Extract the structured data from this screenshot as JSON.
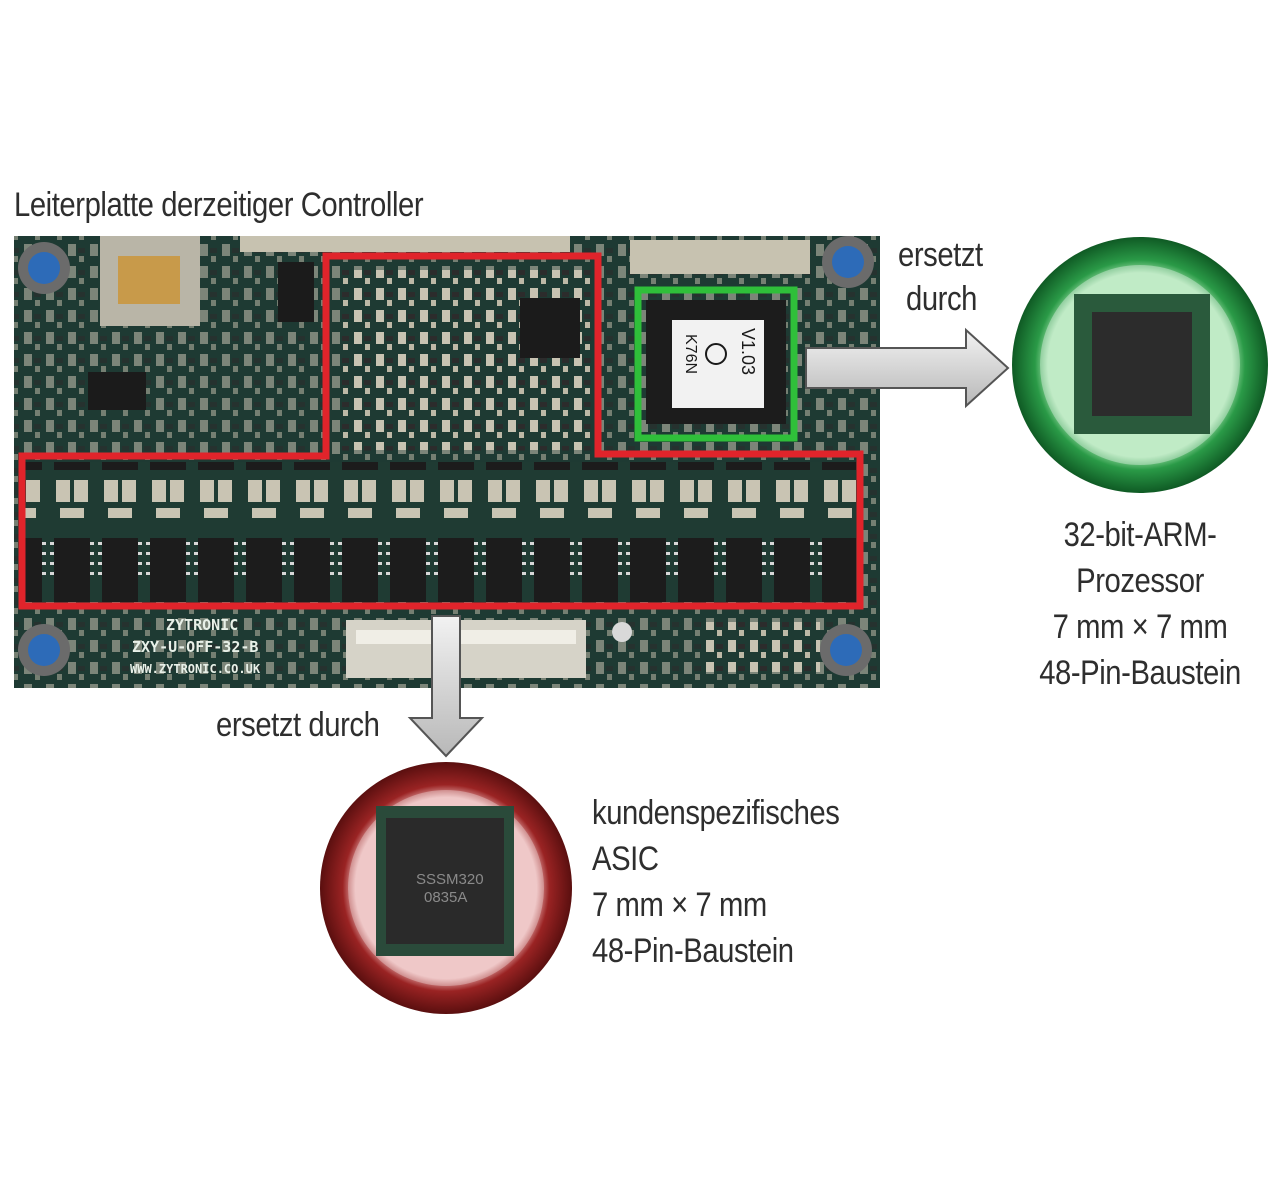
{
  "title": "Leiterplatte derzeitiger Controller",
  "replaced_by_right": [
    "ersetzt",
    "durch"
  ],
  "replaced_by_bottom": "ersetzt durch",
  "arm": {
    "lines": [
      "32-bit-ARM-",
      "Prozessor",
      "7 mm × 7 mm",
      "48-Pin-Baustein"
    ],
    "ring_color": "#1f8a3a"
  },
  "asic": {
    "lines": [
      "kundenspezifisches",
      "ASIC",
      "7 mm × 7 mm",
      "48-Pin-Baustein"
    ],
    "ring_color": "#8e1b1b"
  },
  "board": {
    "silk_brand": "ZYTRONIC",
    "silk_model": "ZXY-U-OFF-32-B",
    "silk_url": "WWW.ZYTRONIC.CO.UK",
    "chip_marking": [
      "V1.03",
      "K76N"
    ],
    "asic_marking": [
      "SSSM320",
      "0835A"
    ],
    "highlight_asic_color": "#e0242b",
    "highlight_arm_color": "#2fbf3a"
  }
}
